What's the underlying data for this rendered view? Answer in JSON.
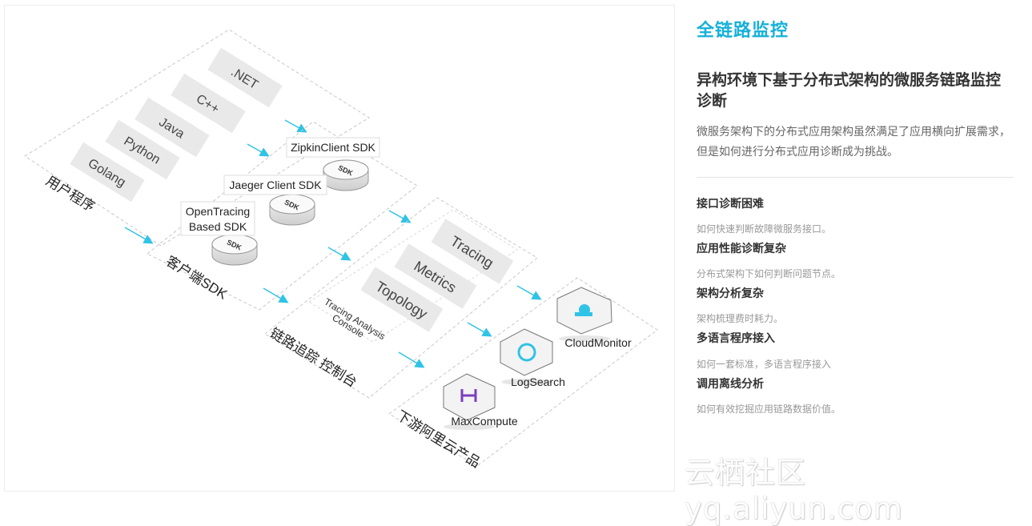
{
  "user_programs": {
    "label": "用户程序",
    "langs": [
      ".NET",
      "C++",
      "Java",
      "Python",
      "Golang"
    ]
  },
  "client_sdk": {
    "label": "客户端SDK",
    "sdks": [
      "ZipkinClient SDK",
      "Jaeger Client SDK",
      "OpenTracing",
      "Based SDK"
    ],
    "disk_label": "SDK"
  },
  "console": {
    "label": "链路追踪 控制台",
    "items": [
      "Tracing",
      "Metrics",
      "Topology"
    ],
    "caption": [
      "Tracing Analysis",
      "Console"
    ]
  },
  "cloud": {
    "label": "下游阿里云产品",
    "products": [
      "CloudMonitor",
      "LogSearch",
      "MaxCompute"
    ]
  },
  "side": {
    "title": "全链路监控",
    "subtitle": "异构环境下基于分布式架构的微服务链路监控诊断",
    "desc": "微服务架构下的分布式应用架构虽然满足了应用横向扩展需求，但是如何进行分布式应用诊断成为挑战。",
    "features": [
      {
        "h": "接口诊断困难",
        "d": "如何快速判断故障微服务接口。"
      },
      {
        "h": "应用性能诊断复杂",
        "d": "分布式架构下如何判断问题节点。"
      },
      {
        "h": "架构分析复杂",
        "d": "架构梳理费时耗力。"
      },
      {
        "h": "多语言程序接入",
        "d": "如何一套标准，多语言程序接入"
      },
      {
        "h": "调用离线分析",
        "d": "如何有效挖掘应用链路数据价值。"
      }
    ]
  },
  "watermark": "云栖社区 yq.aliyun.com",
  "colors": {
    "accent": "#16b0d8",
    "arrow": "#2fc3e6",
    "box": "#e9e9e9",
    "dash": "#c8c8c8"
  }
}
